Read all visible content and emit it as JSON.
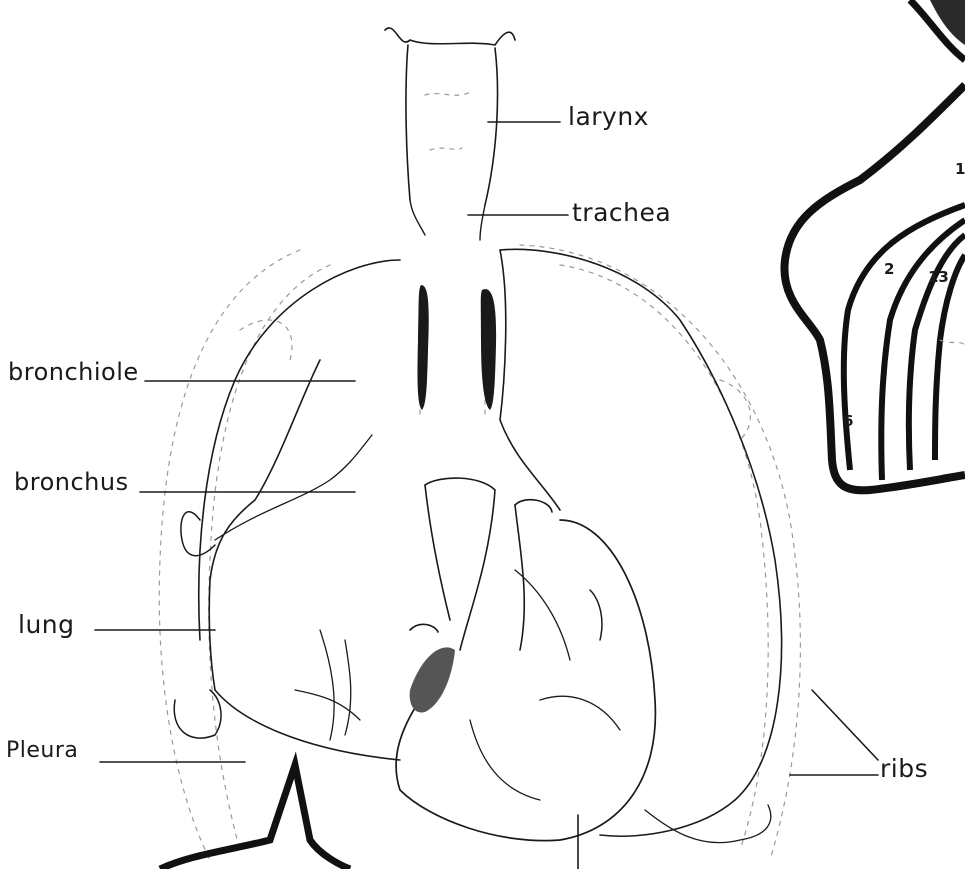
{
  "diagram": {
    "labels": {
      "larynx": "larynx",
      "trachea": "trachea",
      "bronchiole": "bronchiole",
      "bronchus": "bronchus",
      "lung": "lung",
      "pleura": "Pleura",
      "ribs": "ribs"
    },
    "inset_numbers": [
      "1",
      "2",
      "13",
      "6"
    ]
  }
}
